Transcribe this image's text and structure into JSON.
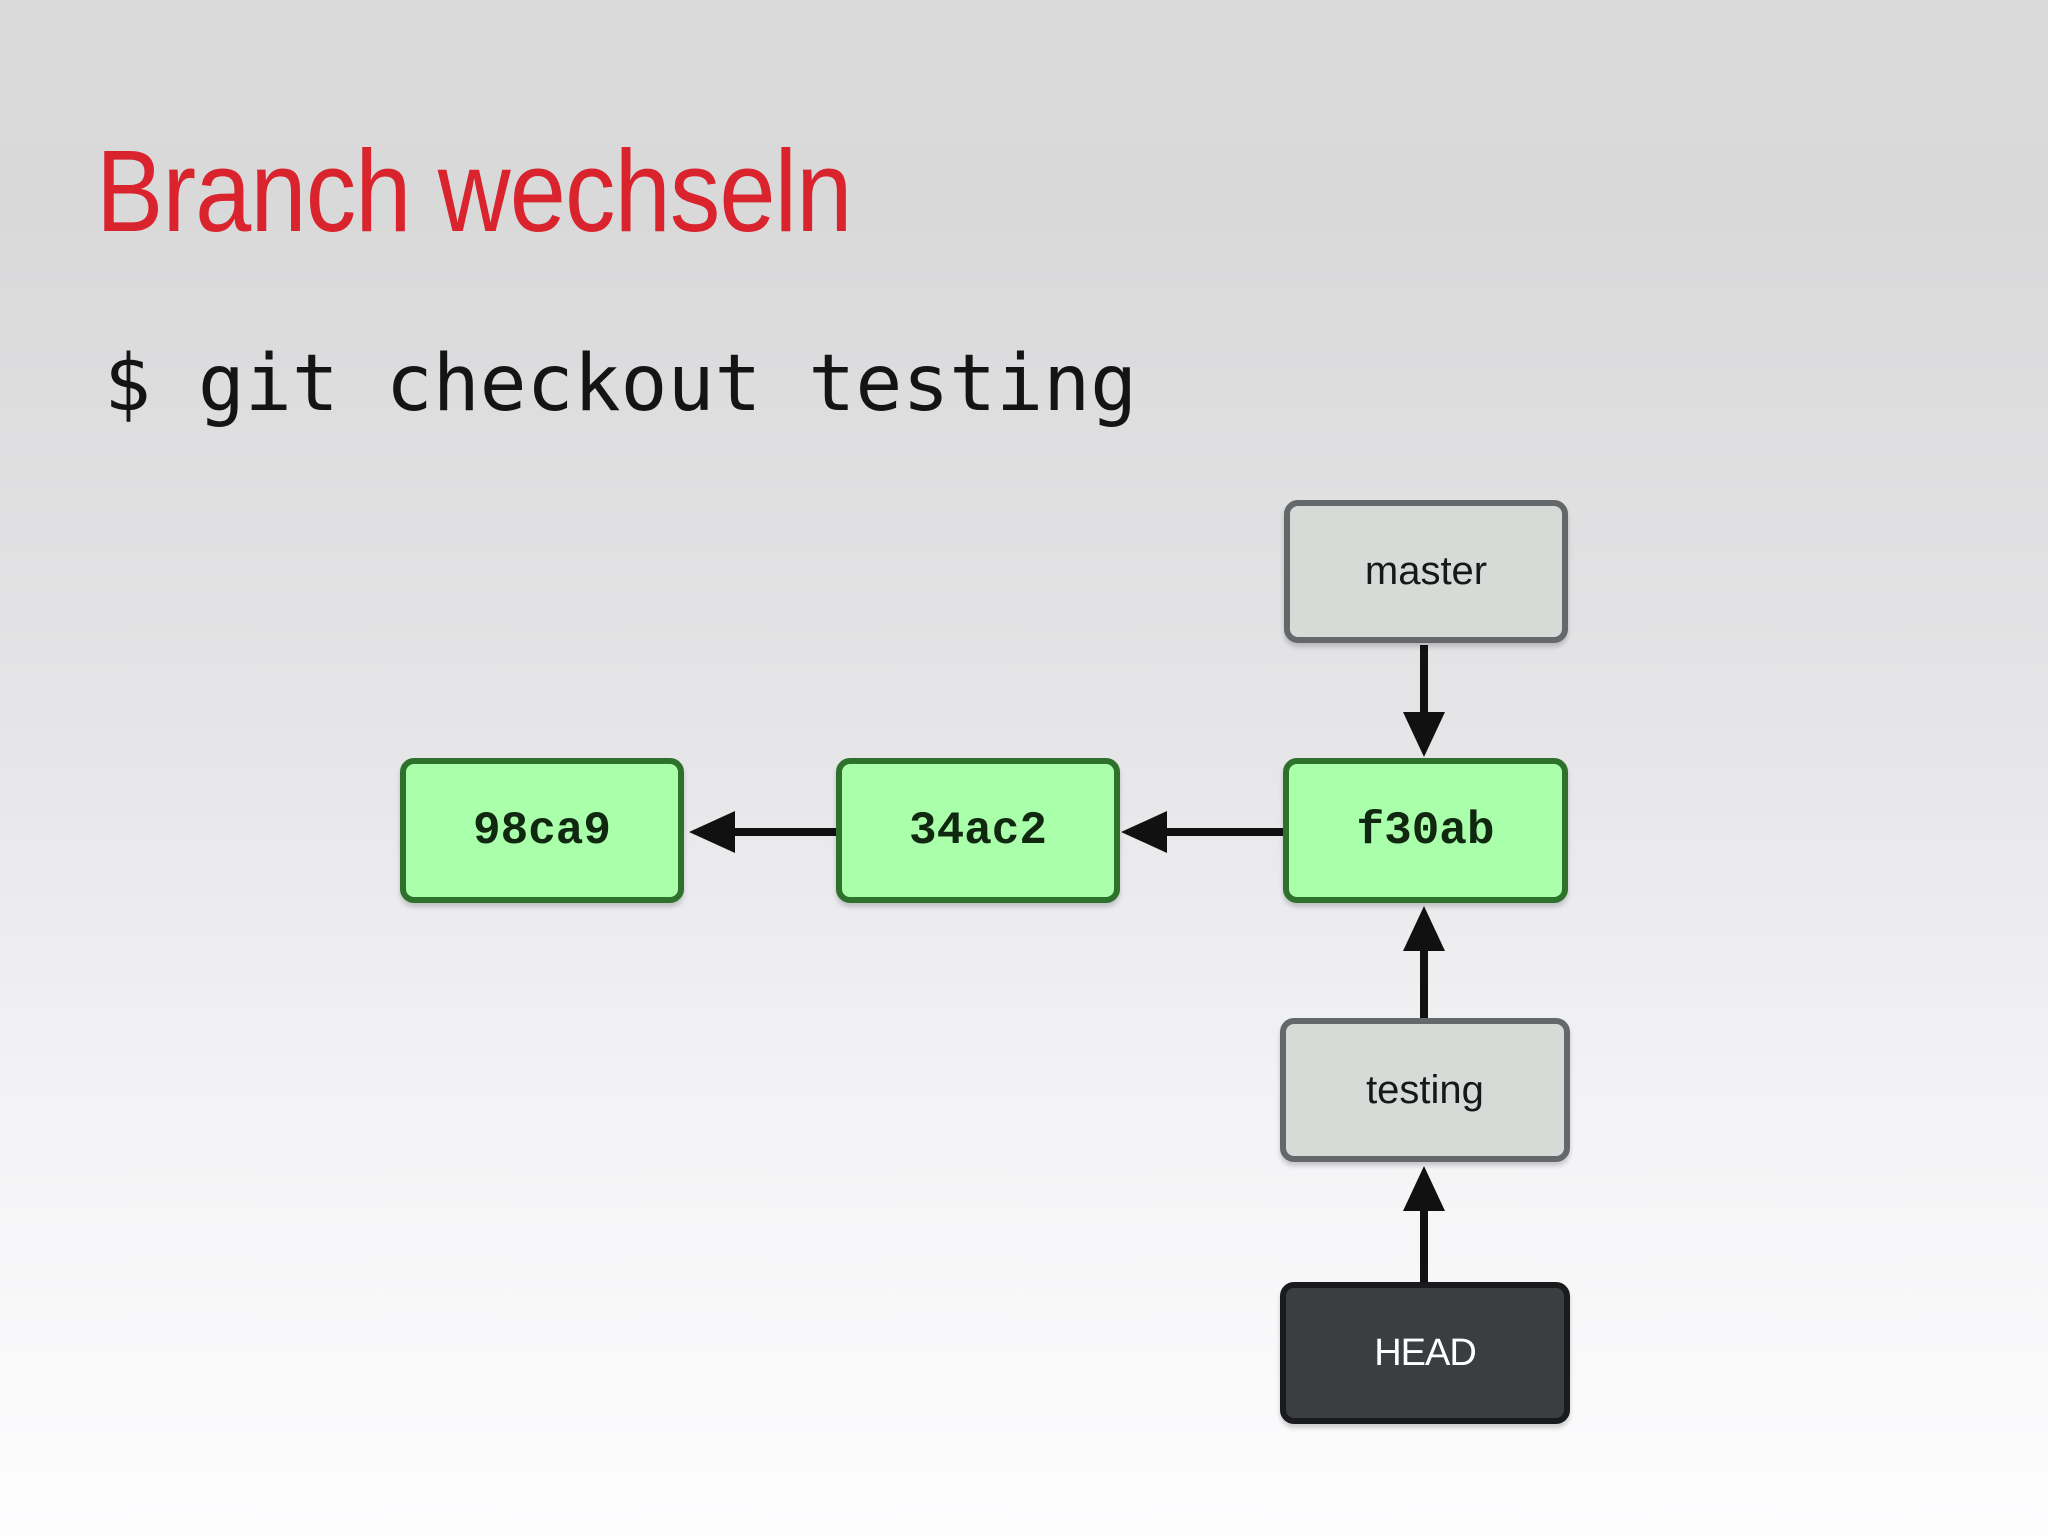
{
  "slide": {
    "title": "Branch wechseln",
    "command": "$ git checkout testing"
  },
  "diagram": {
    "commits": [
      {
        "id": "98ca9"
      },
      {
        "id": "34ac2"
      },
      {
        "id": "f30ab"
      }
    ],
    "branches": [
      {
        "label": "master"
      },
      {
        "label": "testing"
      }
    ],
    "head": {
      "label": "HEAD"
    }
  },
  "colors": {
    "title_red": "#d9232d",
    "command_text": "#141414",
    "commit_fill": "#aaffaa",
    "commit_border": "#2d712d",
    "commit_text": "#102810",
    "branch_fill": "#d6dbd7",
    "branch_border": "#64686a",
    "branch_text": "#16181a",
    "head_fill": "#3b3e41",
    "head_border": "#1a1b1d",
    "head_text": "#ffffff",
    "arrow": "#111111",
    "bg_top": "#dadada",
    "bg_bottom": "#fdfdfe"
  }
}
